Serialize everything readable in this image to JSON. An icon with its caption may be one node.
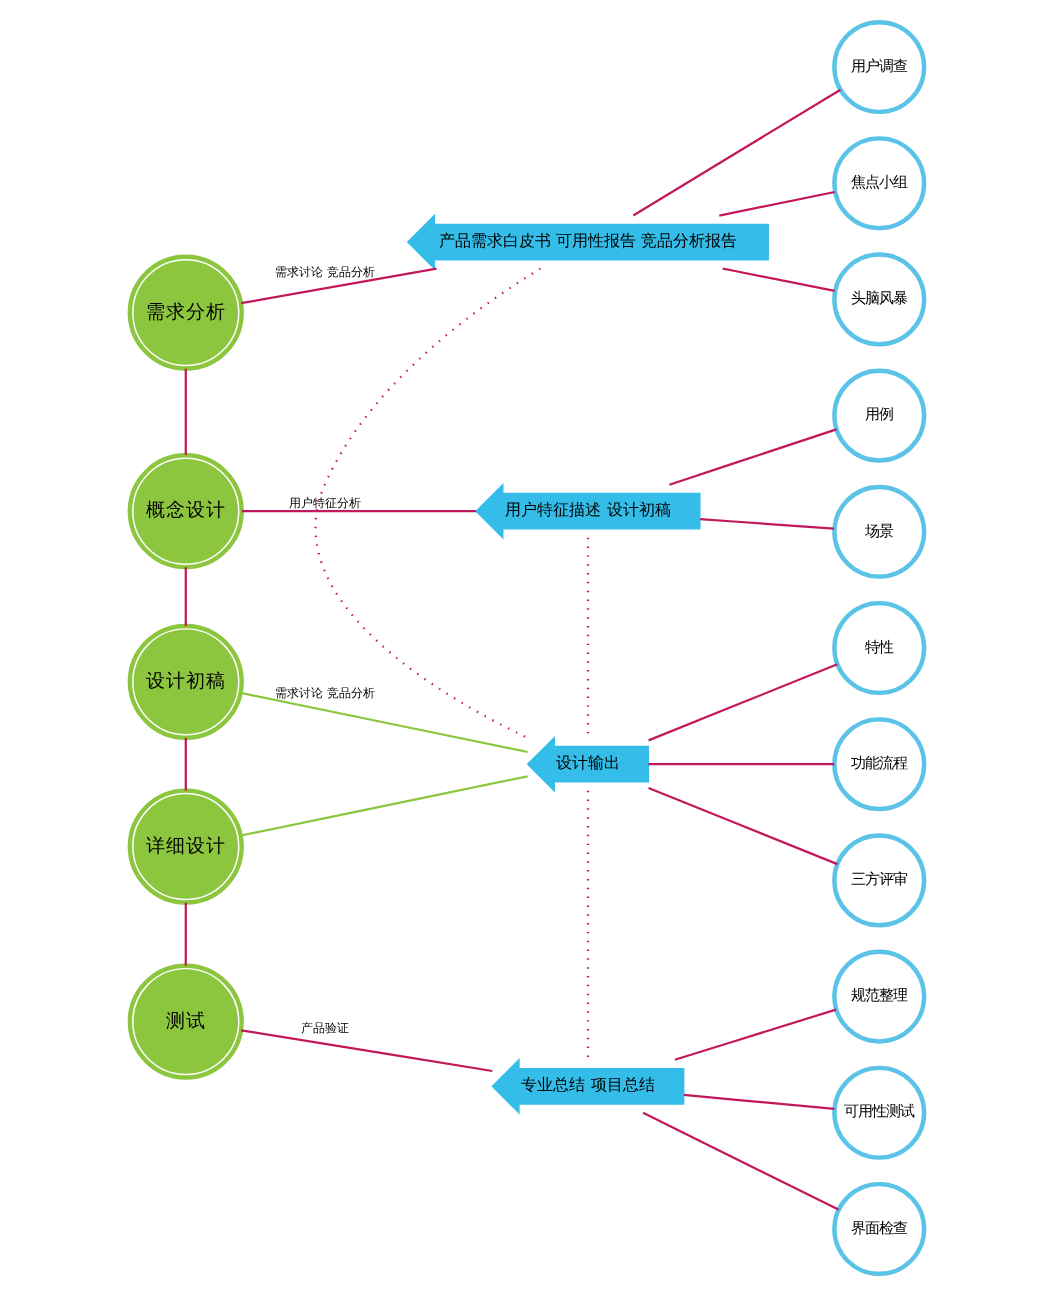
{
  "diagram": {
    "nodes": [
      {
        "text": [
          "需求分析"
        ]
      },
      {
        "text": [
          "概念设计"
        ]
      },
      {
        "text": [
          "设计初稿"
        ]
      },
      {
        "text": [
          "详细设计"
        ]
      },
      {
        "text": [
          "测试"
        ]
      },
      {
        "text": [
          "产品需求白皮书 可用性报告 竞品分析报告"
        ]
      },
      {
        "text": [
          "用户特征描述 设计初稿"
        ]
      },
      {
        "text": [
          "设计输出"
        ]
      },
      {
        "text": [
          "专业总结 项目总结"
        ]
      },
      {
        "text": [
          "头脑风暴"
        ]
      },
      {
        "text": [
          "用户调查"
        ]
      },
      {
        "text": [
          "焦点小组"
        ]
      },
      {
        "text": [
          "场景"
        ]
      },
      {
        "text": [
          "用例"
        ]
      },
      {
        "text": [
          "特性"
        ]
      },
      {
        "text": [
          "功能流程"
        ]
      },
      {
        "text": [
          "三方评审"
        ]
      },
      {
        "text": [
          "规范整理"
        ]
      },
      {
        "text": [
          "可用性测试"
        ]
      },
      {
        "text": [
          "界面检查"
        ]
      }
    ],
    "edges": [
      {
        "from": 0,
        "to": 1,
        "arrow": "none"
      },
      {
        "from": 1,
        "to": 2,
        "arrow": "none"
      },
      {
        "from": 2,
        "to": 3,
        "arrow": "none"
      },
      {
        "from": 3,
        "to": 4,
        "arrow": "none"
      },
      {
        "from": 0,
        "to": 5,
        "arrow": "none",
        "label": "需求讨论 竞品分析"
      },
      {
        "from": 1,
        "to": 6,
        "arrow": "none",
        "label": "用户特征分析"
      },
      {
        "from": 2,
        "to": 7,
        "arrow": "none",
        "color": "#8cc63f",
        "label": "需求讨论 竞品分析"
      },
      {
        "from": 3,
        "to": 7,
        "arrow": "none",
        "color": "#8cc63f"
      },
      {
        "from": 4,
        "to": 8,
        "arrow": "none",
        "label": "产品验证"
      },
      {
        "from": 5,
        "to": 9,
        "arrow": "none"
      },
      {
        "from": 5,
        "to": 10,
        "arrow": "none"
      },
      {
        "from": 5,
        "to": 11,
        "arrow": "none"
      },
      {
        "from": 6,
        "to": 12,
        "arrow": "none"
      },
      {
        "from": 6,
        "to": 13,
        "arrow": "none"
      },
      {
        "from": 7,
        "to": 14,
        "arrow": "none"
      },
      {
        "from": 7,
        "to": 15,
        "arrow": "none"
      },
      {
        "from": 7,
        "to": 16,
        "arrow": "none"
      },
      {
        "from": 8,
        "to": 17,
        "arrow": "none"
      },
      {
        "from": 8,
        "to": 18,
        "arrow": "none"
      },
      {
        "from": 8,
        "to": 19,
        "arrow": "none"
      },
      {
        "from": 5,
        "to": 7,
        "arrow": "none",
        "style": "dashed"
      },
      {
        "from": 6,
        "to": 7,
        "arrow": "none",
        "style": "dashed"
      },
      {
        "from": 7,
        "to": 8,
        "arrow": "none",
        "style": "dashed"
      }
    ]
  }
}
